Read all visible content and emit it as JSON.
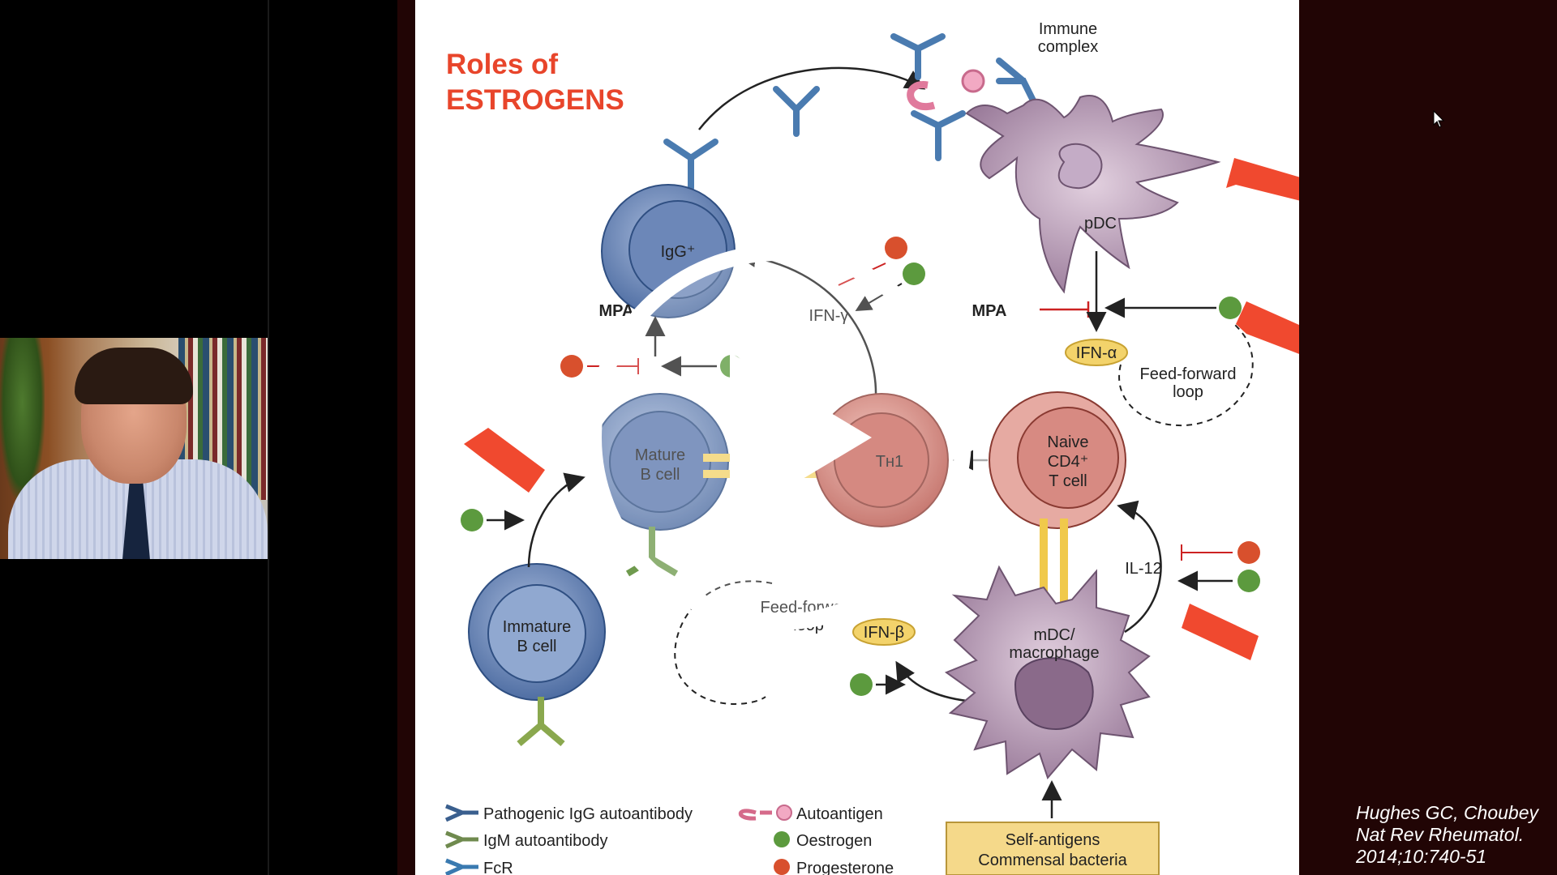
{
  "slide": {
    "title_line1": "Roles of",
    "title_line2": "ESTROGENS",
    "labels": {
      "immune_complex_1": "Immune",
      "immune_complex_2": "complex",
      "pdc": "pDC",
      "igg": "IgG⁺",
      "ifn_gamma": "IFN-γ",
      "mpa": "MPA",
      "ifn_alpha": "IFN-α",
      "feed_forward_1": "Feed-forward",
      "feed_forward_2": "loop",
      "mature_1": "Mature",
      "mature_2": "B cell",
      "th1": "Tʜ1",
      "naive_1": "Naive",
      "naive_2": "CD4⁺",
      "naive_3": "T cell",
      "il12": "IL-12",
      "immature_1": "Immature",
      "immature_2": "B cell",
      "feed_forward_b1": "Feed-forward",
      "feed_forward_b2": "loop",
      "ifn_beta": "IFN-β",
      "mdc_1": "mDC/",
      "mdc_2": "macrophage",
      "self_antigens_1": "Self-antigens",
      "self_antigens_2": "Commensal bacteria"
    },
    "legend": {
      "igg": "Pathogenic IgG autoantibody",
      "igm": "IgM autoantibody",
      "fcr": "FcR",
      "autoantigen": "Autoantigen",
      "oestrogen": "Oestrogen",
      "progesterone": "Progesterone"
    }
  },
  "citation": {
    "line1": "Hughes GC, Choubey",
    "line2": "Nat Rev Rheumatol.",
    "line3": "2014;10:740-51"
  },
  "colors": {
    "title": "#e8452b",
    "arrow": "#f0492f",
    "b_cell": "#4f6ea3",
    "t_cell": "#b9564c",
    "naive": "#c9726b",
    "dc": "#a98ca8",
    "oestrogen": "#5c9a3e",
    "progesterone": "#d8502d",
    "cytokine": "#f3d36b"
  },
  "icons": [
    "play-icon",
    "cursor-icon"
  ]
}
